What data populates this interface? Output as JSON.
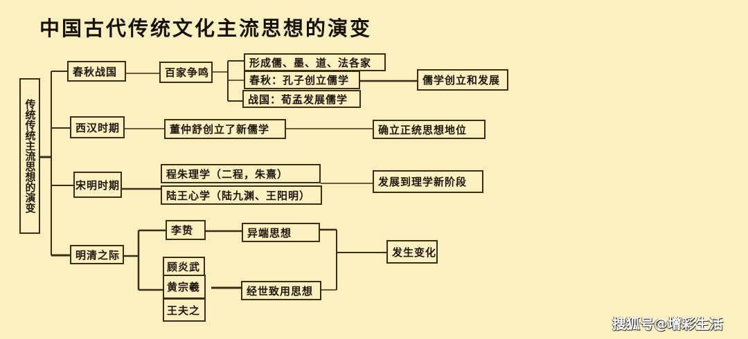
{
  "title": "中国古代传统文化主流思想的演变",
  "root": "传统传统主流思想的演变",
  "periods": {
    "chunqiu": "春秋战国",
    "xihan": "西汉时期",
    "songming": "宋明时期",
    "mingqing": "明清之际"
  },
  "chunqiu_branch": {
    "event": "百家争鸣",
    "details": [
      "形成儒、墨、道、法各家",
      "春秋：孔子创立儒学",
      "战国：荀孟发展儒学"
    ],
    "result": "儒学创立和发展"
  },
  "xihan_branch": {
    "event": "董仲舒创立了新儒学",
    "result": "确立正统思想地位"
  },
  "songming_branch": {
    "schools": [
      "程朱理学（二程，朱熹）",
      "陆王心学（陆九渊、王阳明）"
    ],
    "result": "发展到理学新阶段"
  },
  "mingqing_branch": {
    "thinker_heretic": "李贽",
    "thinkers_practical": [
      "顾炎武",
      "黄宗羲",
      "王夫之"
    ],
    "thought_heretic": "异端思想",
    "thought_practical": "经世致用思想",
    "result": "发生变化"
  },
  "watermark": "搜狐号@增彩生活"
}
